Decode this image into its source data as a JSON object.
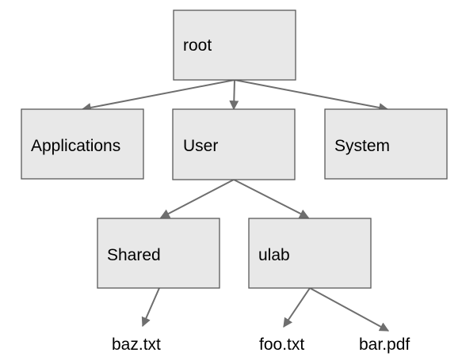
{
  "diagram": {
    "colors": {
      "box_fill": "#e8e8e8",
      "box_stroke": "#595959",
      "edge": "#6e6e6e",
      "text": "#000000"
    },
    "nodes": {
      "root": "root",
      "applications": "Applications",
      "user": "User",
      "system": "System",
      "shared": "Shared",
      "ulab": "ulab"
    },
    "files": {
      "baz": "baz.txt",
      "foo": "foo.txt",
      "bar": "bar.pdf"
    },
    "edges": [
      [
        "root",
        "Applications"
      ],
      [
        "root",
        "User"
      ],
      [
        "root",
        "System"
      ],
      [
        "User",
        "Shared"
      ],
      [
        "User",
        "ulab"
      ],
      [
        "Shared",
        "baz.txt"
      ],
      [
        "ulab",
        "foo.txt"
      ],
      [
        "ulab",
        "bar.pdf"
      ]
    ]
  }
}
